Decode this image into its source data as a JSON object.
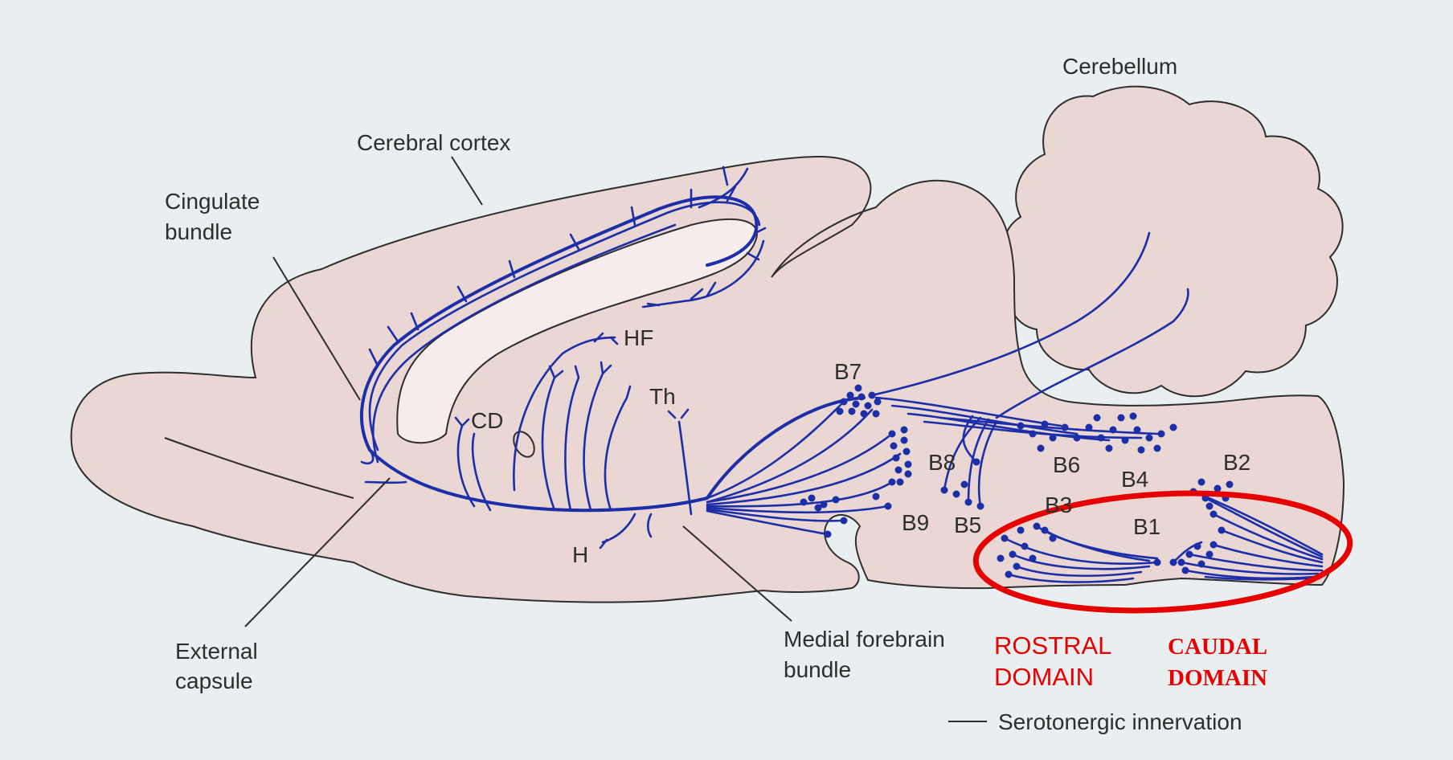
{
  "labels": {
    "cerebellum": "Cerebellum",
    "cerebral_cortex": "Cerebral cortex",
    "cingulate_line1": "Cingulate",
    "cingulate_line2": "bundle",
    "external_line1": "External",
    "external_line2": "capsule",
    "mfb_line1": "Medial forebrain",
    "mfb_line2": "bundle",
    "hf": "HF",
    "th": "Th",
    "cd": "CD",
    "h": "H"
  },
  "nuclei": {
    "b7": "B7",
    "b8": "B8",
    "b9": "B9",
    "b5": "B5",
    "b6": "B6",
    "b4": "B4",
    "b3": "B3",
    "b2": "B2",
    "b1": "B1"
  },
  "domains": {
    "rostral_line1": "ROSTRAL",
    "rostral_line2": "DOMAIN",
    "caudal_line1": "CAUDAL",
    "caudal_line2": "DOMAIN"
  },
  "legend": {
    "label": "Serotonergic innervation"
  },
  "colors": {
    "fiber": "#1c2fa8",
    "tissue": "#ead6d2",
    "highlight": "#e60000",
    "background": "#e9eff0"
  }
}
